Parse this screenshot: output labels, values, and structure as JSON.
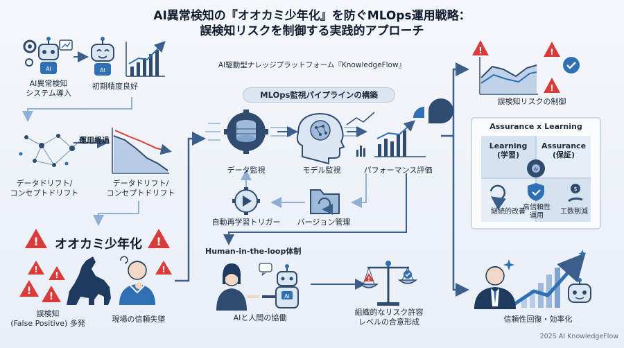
{
  "header": {
    "title_line1": "AI異常検知の『オオカミ少年化』を防ぐMLOps運用戦略：",
    "title_line2": "誤検知リスクを制御する実践的アプローチ",
    "subtitle": "AI駆動型ナレッジプラットフォーム『KnowledgeFlow』"
  },
  "left": {
    "intro_label": "AI異常検知\nシステム導入",
    "initial_label": "初期精度良好",
    "elapsed_label": "運用経過",
    "drift_left_label": "データドリフト/\nコンセプトドリフト",
    "drift_right_label": "データドリフト/\nコンセプトドリフト",
    "wolf_title": "オオカミ少年化",
    "false_positive_label": "誤検知\n(False Positive) 多発",
    "trust_loss_label": "現場の信頼失墜"
  },
  "pipeline": {
    "title": "MLOps監視パイプラインの構築",
    "data_monitor": "データ監視",
    "model_monitor": "モデル監視",
    "performance_eval": "パフォーマンス評価",
    "auto_retrain": "自動再学習トリガー",
    "version_control": "バージョン管理"
  },
  "hitl": {
    "title": "Human-in-the-loop体制",
    "collab_label": "AIと人間の協働",
    "consensus_label": "組織的なリスク許容\nレベルの合意形成"
  },
  "right": {
    "risk_control_label": "誤検知リスクの制御",
    "matrix_title": "Assurance x Learning",
    "learning_label": "Learning\n(学習)",
    "assurance_label": "Assurance\n(保証)",
    "continuous_improve": "継続的改善",
    "high_reliability": "高信頼性\n運用",
    "effort_reduction": "工数削減",
    "result_label": "信頼性回復・効率化"
  },
  "footer": {
    "credit": "2025 AI KnowledgeFlow"
  },
  "colors": {
    "navy": "#1f3a5f",
    "blue": "#2f6fb3",
    "red": "#d93a3a",
    "arrow": "#3b5f8a"
  }
}
